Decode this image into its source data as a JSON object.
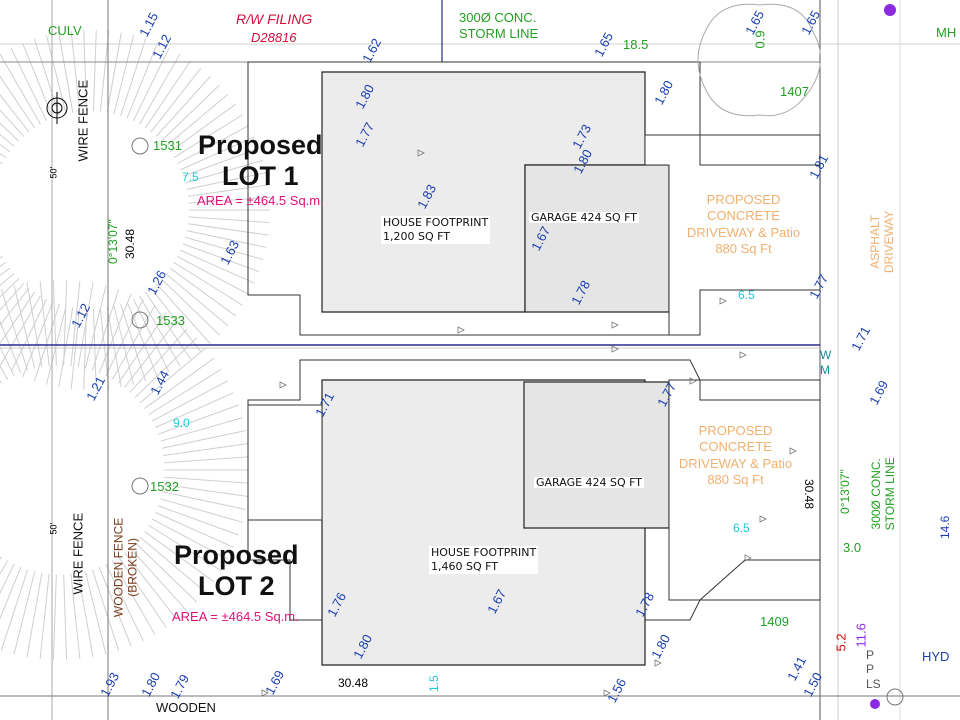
{
  "title_block": {
    "rw_filing": "R/W FILING",
    "rw_number": "D28816",
    "storm_line_top": "300Ø CONC.\nSTORM LINE",
    "culv": "CULV",
    "mh": "MH",
    "hyd": "HYD"
  },
  "lot1": {
    "title": "Proposed\nLOT 1",
    "area": "AREA = ±464.5 Sq.m.",
    "house": "HOUSE FOOTPRINT\n1,200 SQ FT",
    "garage": "GARAGE 424 SQ FT",
    "driveway": "PROPOSED\nCONCRETE\nDRIVEWAY & Patio\n880 Sq Ft",
    "house_number": "1407"
  },
  "lot2": {
    "title": "Proposed\nLOT 2",
    "area": "AREA = ±464.5 Sq.m.",
    "house": "HOUSE FOOTPRINT\n1,460 SQ FT",
    "garage": "GARAGE 424 SQ FT",
    "driveway": "PROPOSED\nCONCRETE\nDRIVEWAY & Patio\n880 Sq Ft",
    "house_number": "1409"
  },
  "fences": {
    "wire_fence_top": "WIRE FENCE",
    "wire_fence_bottom": "WIRE FENCE",
    "wooden_fence_broken": "WOODEN FENCE\n(BROKEN)",
    "wooden_fence_bottom": "WOODEN"
  },
  "street": {
    "asphalt_driveway": "ASPHALT\nDRIVEWAY",
    "storm_line_right": "300Ø CONC.\nSTORM LINE",
    "wm": "W\nM"
  },
  "dimensions": {
    "lot_width_top": "30.48",
    "lot_width_right": "30.48",
    "lot_width_bottom": "30.48",
    "bearing_top": "0°13'07\"",
    "bearing_right": "0°13'07\"",
    "setback_top": "18.5",
    "setback_3": "3.0",
    "d_7_5": "7.5",
    "d_9_0": "9.0",
    "d_6_5a": "6.5",
    "d_6_5b": "6.5",
    "d_1_5": "1.5",
    "d_14_6": "14.6",
    "d_0_9": "0.9",
    "d_5_2": "5.2",
    "d_11_6": "11.6",
    "ppls": "P\nP\nLS",
    "fifty_top": "50'",
    "fifty_bottom": "50'"
  },
  "trees": {
    "t1531": "1531",
    "t1533": "1533",
    "t1532": "1532"
  },
  "elevations": [
    "1.15",
    "1.12",
    "1.62",
    "1.65",
    "1.65",
    "1.65",
    "1.80",
    "1.80",
    "1.77",
    "1.73",
    "1.80",
    "1.83",
    "1.67",
    "1.63",
    "1.26",
    "1.12",
    "1.81",
    "1.78",
    "1.77",
    "1.71",
    "1.21",
    "1.44",
    "1.71",
    "1.77",
    "1.69",
    "1.76",
    "1.67",
    "1.78",
    "1.80",
    "1.80",
    "1.93",
    "1.80",
    "1.79",
    "1.69",
    "1.56",
    "1.41",
    "1.50"
  ]
}
